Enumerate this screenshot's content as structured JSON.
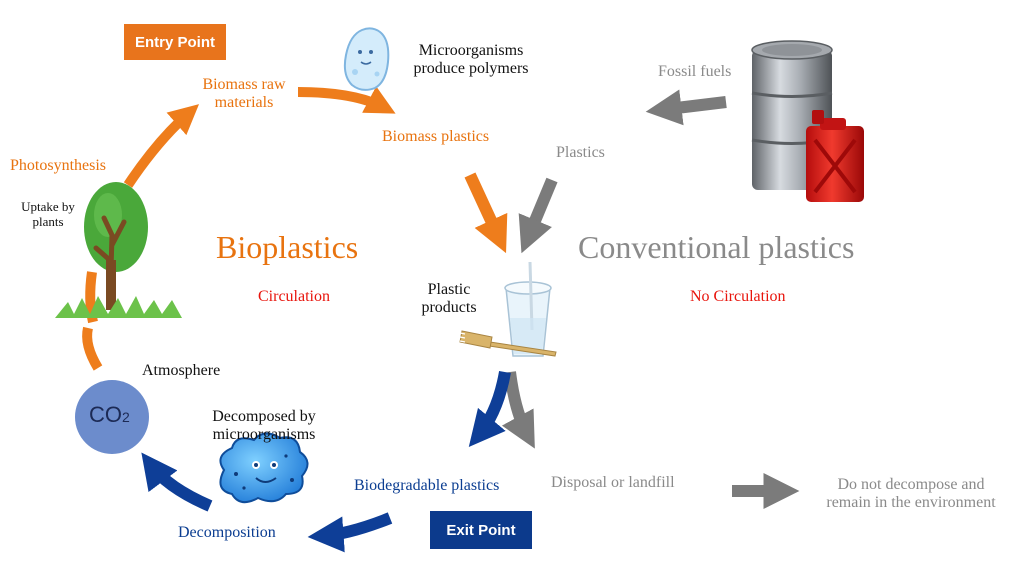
{
  "labels": {
    "entry_point": "Entry Point",
    "exit_point": "Exit Point",
    "biomass_raw": "Biomass raw",
    "biomass_raw_2": "materials",
    "microorganisms_produce": "Microorganisms",
    "microorganisms_produce_2": "produce polymers",
    "fossil_fuels": "Fossil fuels",
    "biomass_plastics": "Biomass plastics",
    "plastics": "Plastics",
    "photosynthesis": "Photosynthesis",
    "uptake": "Uptake by",
    "uptake_2": "plants",
    "bioplastics": "Bioplastics",
    "conventional_plastics": "Conventional plastics",
    "circulation": "Circulation",
    "no_circulation": "No Circulation",
    "plastic_products": "Plastic",
    "plastic_products_2": "products",
    "atmosphere": "Atmosphere",
    "co2": "CO",
    "co2_sub": "2",
    "decomposed_by": "Decomposed by",
    "decomposed_by_2": "microorganisms",
    "biodegradable_plastics": "Biodegradable plastics",
    "disposal": "Disposal or landfill",
    "do_not_decompose": "Do not decompose and",
    "do_not_decompose_2": "remain in the environment",
    "decomposition": "Decomposition"
  },
  "colors": {
    "bio_flow": "#ee7d1c",
    "conventional_flow": "#7b7b7b",
    "decomposition_flow": "#0e3e97",
    "entry_badge": "#e8741c",
    "exit_badge": "#0c3a8c",
    "co2_circle": "#6c8ccc"
  },
  "icons": [
    "microorganism-icon",
    "tree-icon",
    "oil-barrel-icon",
    "jerry-can-icon",
    "plastic-cup-icon",
    "fork-icon",
    "co2-icon",
    "bacteria-cloud-icon"
  ]
}
